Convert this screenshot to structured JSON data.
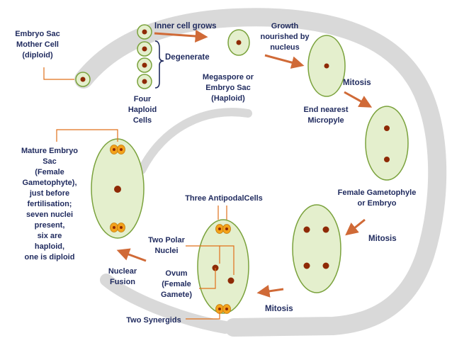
{
  "colors": {
    "label": "#1f2a5e",
    "cell_fill": "#e4efcd",
    "cell_stroke": "#7aa23c",
    "nucleus": "#8e2a06",
    "arrow": "#d06a37",
    "leader": "#e0701a",
    "cycle_band": "#d9d9d9",
    "synergid": "#f3a21b"
  },
  "labels": {
    "mother_cell": [
      "Embryo Sac",
      "Mother Cell",
      "(diploid)"
    ],
    "inner_cell_grows": "Inner cell grows",
    "degenerate": "Degenerate",
    "four_haploid": [
      "Four",
      "Haploid",
      "Cells"
    ],
    "megaspore": [
      "Megaspore or",
      "Embryo Sac",
      "(Haploid)"
    ],
    "growth_nourished": [
      "Growth",
      "nourished by",
      "nucleus"
    ],
    "mitosis_1": "Mitosis",
    "end_nearest": [
      "End nearest",
      "Micropyle"
    ],
    "female_gametophyte": [
      "Female Gametophyle",
      "or Embryo"
    ],
    "mitosis_2": "Mitosis",
    "mitosis_3": "Mitosis",
    "three_antipodal": "Three AntipodalCells",
    "two_polar": [
      "Two Polar",
      "Nuclei"
    ],
    "ovum": [
      "Ovum",
      "(Female",
      "Gamete)"
    ],
    "two_synergids": "Two Synergids",
    "nuclear_fusion": [
      "Nuclear",
      "Fusion"
    ],
    "mature_embryo_sac": [
      "Mature Embryo",
      "Sac",
      "(Female",
      "Gametophyte),",
      "just before",
      "fertilisation;",
      "seven nuclei",
      "present,",
      "six are",
      "haploid,",
      "one is diploid"
    ]
  }
}
